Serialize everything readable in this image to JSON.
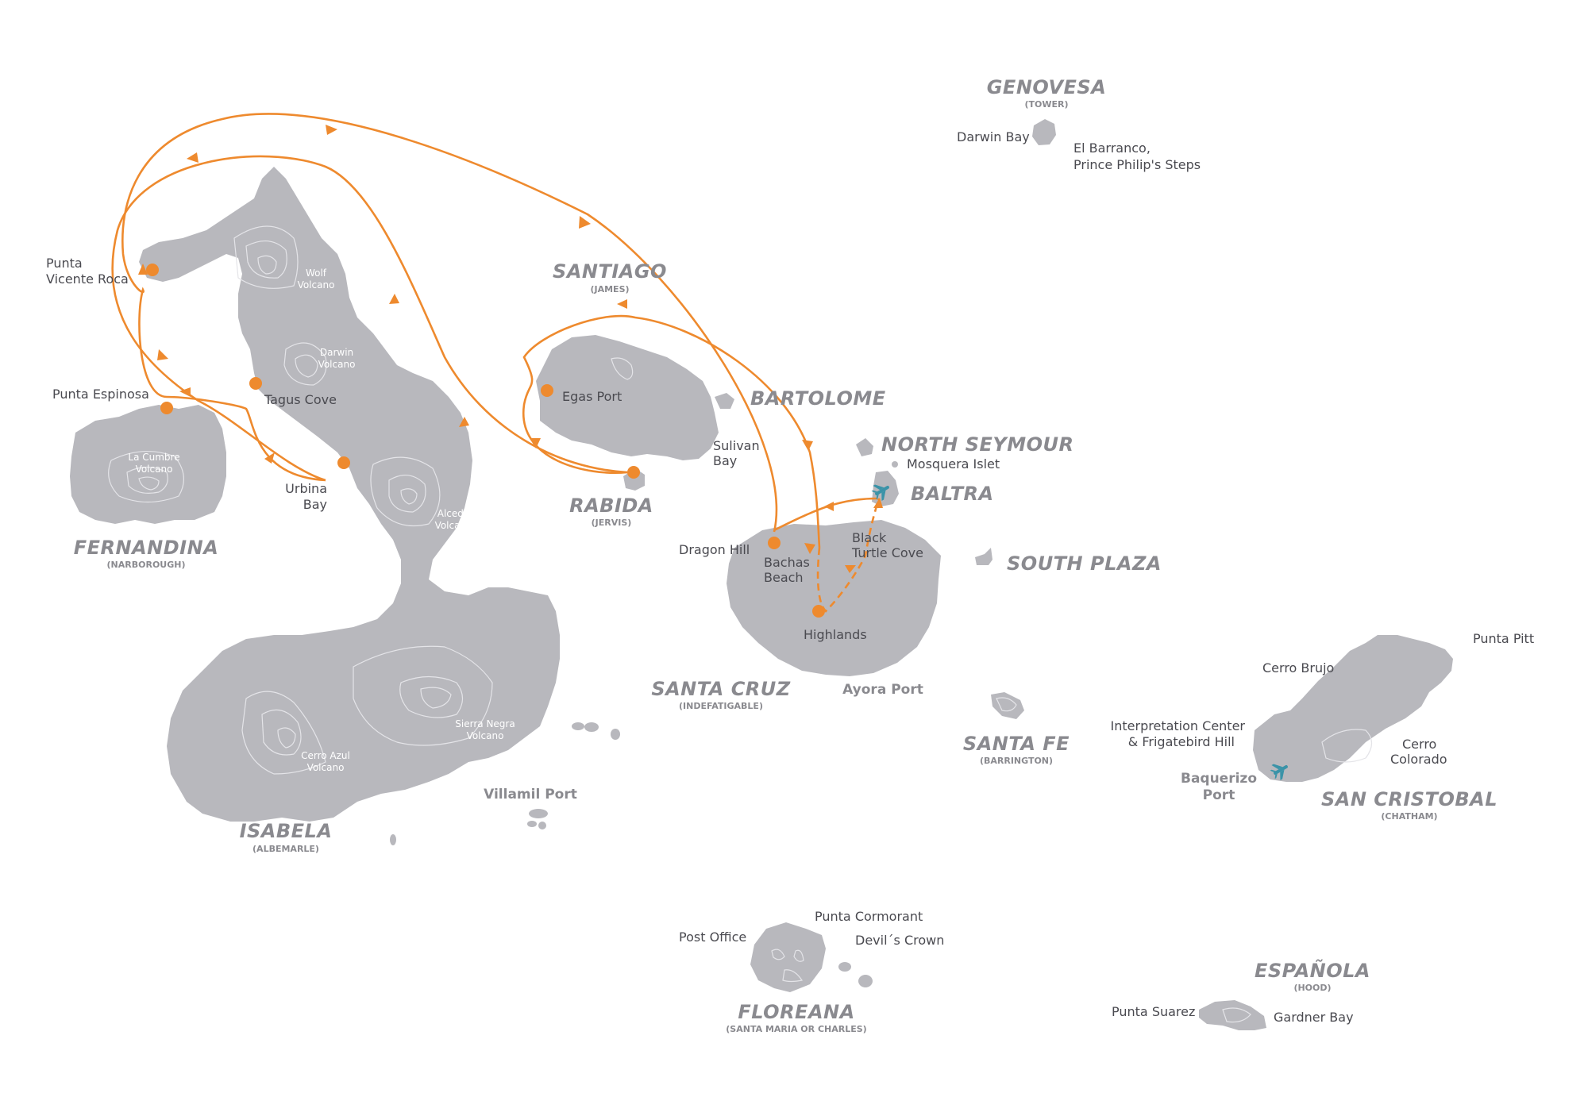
{
  "map": {
    "route_color": "#ee8a2e",
    "island_color": "#b8b8bd",
    "airport_color": "#3a93a8",
    "islands": [
      {
        "id": "genovesa",
        "name": "GENOVESA",
        "alt": "(TOWER)"
      },
      {
        "id": "santiago",
        "name": "SANTIAGO",
        "alt": "(JAMES)"
      },
      {
        "id": "bartolome",
        "name": "BARTOLOME",
        "alt": ""
      },
      {
        "id": "north-seymour",
        "name": "NORTH SEYMOUR",
        "alt": ""
      },
      {
        "id": "baltra",
        "name": "BALTRA",
        "alt": ""
      },
      {
        "id": "south-plaza",
        "name": "SOUTH PLAZA",
        "alt": ""
      },
      {
        "id": "rabida",
        "name": "RABIDA",
        "alt": "(JERVIS)"
      },
      {
        "id": "fernandina",
        "name": "FERNANDINA",
        "alt": "(NARBOROUGH)"
      },
      {
        "id": "santa-cruz",
        "name": "SANTA CRUZ",
        "alt": "(INDEFATIGABLE)"
      },
      {
        "id": "santa-fe",
        "name": "SANTA FE",
        "alt": "(BARRINGTON)"
      },
      {
        "id": "san-cristobal",
        "name": "SAN CRISTOBAL",
        "alt": "(CHATHAM)"
      },
      {
        "id": "isabela",
        "name": "ISABELA",
        "alt": "(ALBEMARLE)"
      },
      {
        "id": "floreana",
        "name": "FLOREANA",
        "alt": "(SANTA MARIA OR CHARLES)"
      },
      {
        "id": "espanola",
        "name": "ESPAÑOLA",
        "alt": "(HOOD)"
      }
    ],
    "sites": {
      "darwin_bay": "Darwin Bay",
      "el_barranco_1": "El Barranco,",
      "el_barranco_2": "Prince Philip's Steps",
      "punta_vicente_roca_1": "Punta",
      "punta_vicente_roca_2": "Vicente Roca",
      "punta_espinosa": "Punta Espinosa",
      "tagus_cove": "Tagus Cove",
      "urbina_bay_1": "Urbina",
      "urbina_bay_2": "Bay",
      "egas_port": "Egas Port",
      "sulivan_bay_1": "Sulivan",
      "sulivan_bay_2": "Bay",
      "mosquera_islet": "Mosquera Islet",
      "dragon_hill": "Dragon Hill",
      "bachas_beach_1": "Bachas",
      "bachas_beach_2": "Beach",
      "black_turtle_cove_1": "Black",
      "black_turtle_cove_2": "Turtle Cove",
      "highlands": "Highlands",
      "punta_pitt": "Punta Pitt",
      "cerro_brujo": "Cerro Brujo",
      "interpretation_center_1": "Interpretation Center",
      "interpretation_center_2": "& Frigatebird Hill",
      "cerro_colorado_1": "Cerro",
      "cerro_colorado_2": "Colorado",
      "post_office": "Post Office",
      "punta_cormorant": "Punta Cormorant",
      "devils_crown": "Devil´s Crown",
      "punta_suarez": "Punta Suarez",
      "gardner_bay": "Gardner Bay"
    },
    "ports": {
      "ayora_port": "Ayora Port",
      "villamil_port": "Villamil Port",
      "baquerizo_port_1": "Baquerizo",
      "baquerizo_port_2": "Port"
    },
    "volcanoes": {
      "wolf_1": "Wolf",
      "wolf_2": "Volcano",
      "darwin_1": "Darwin",
      "darwin_2": "Volcano",
      "la_cumbre_1": "La Cumbre",
      "la_cumbre_2": "Volcano",
      "alcedo_1": "Alcedo",
      "alcedo_2": "Volcano",
      "sierra_negra_1": "Sierra Negra",
      "sierra_negra_2": "Volcano",
      "cerro_azul_1": "Cerro Azul",
      "cerro_azul_2": "Volcano"
    }
  }
}
